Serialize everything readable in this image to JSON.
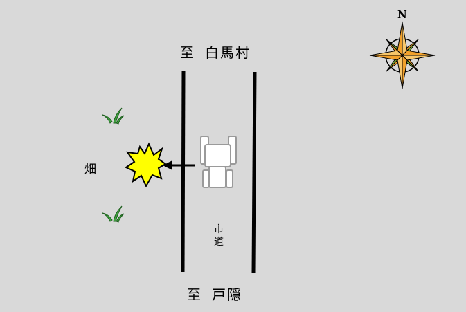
{
  "destinations": {
    "north_prefix": "至",
    "north_name": "白馬村",
    "south_prefix": "至",
    "south_name": "戸隠"
  },
  "labels": {
    "field": "畑",
    "road": "市道"
  },
  "compass": {
    "north_letter": "N",
    "icon": "compass-rose-icon",
    "colors": {
      "orange": "#f2a12b",
      "green": "#7bb43a"
    }
  },
  "icons": {
    "vehicle": "tractor-icon",
    "impact": "collision-burst-icon",
    "direction": "arrow-left-icon",
    "plants": "grass-tuft-icon"
  },
  "colors": {
    "background": "#d9d9d9",
    "road_lines": "#000000",
    "impact_fill": "#ffff00",
    "grass": "#3fa33f"
  }
}
